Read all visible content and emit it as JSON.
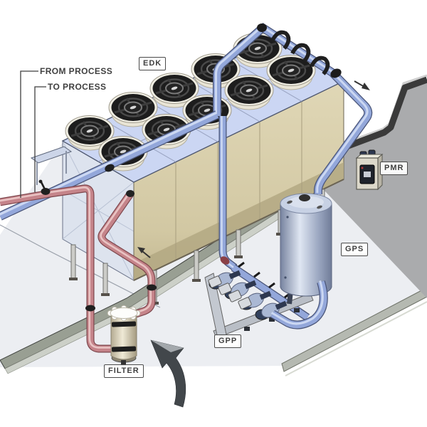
{
  "diagram": {
    "callouts": {
      "from_process": "FROM PROCESS",
      "to_process": "TO PROCESS"
    },
    "tags": {
      "cooler": "EDK",
      "control_panel": "PMR",
      "tank": "GPS",
      "pump_group": "GPP",
      "filter": "FILTER"
    },
    "colors": {
      "cold_pipe": "#93a7da",
      "hot_pipe": "#c5848a",
      "cooler_body": "#d9d0ad",
      "cooler_deck": "#cbd6f3",
      "fan": "#1d1d1d",
      "wall": "#aaabad",
      "tank": "#a9b6d2",
      "floor": "#eceef2",
      "annotation": "#3f3f3f"
    }
  }
}
